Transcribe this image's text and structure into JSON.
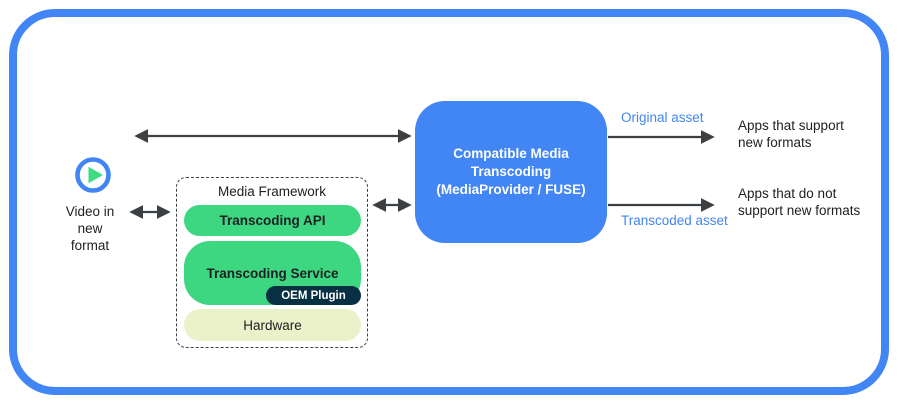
{
  "colors": {
    "frame_blue": "#4285F4",
    "box_blue": "#4285F4",
    "green": "#3DD781",
    "oem_navy": "#073042",
    "hardware_cream": "#EBF2C9",
    "arrow_gray": "#3C4043",
    "text_black": "#202124",
    "white": "#FFFFFF"
  },
  "video_source": {
    "label": "Video in\nnew\nformat"
  },
  "media_framework": {
    "title": "Media Framework",
    "transcoding_api": "Transcoding API",
    "transcoding_service": "Transcoding Service",
    "oem_plugin": "OEM Plugin",
    "hardware": "Hardware"
  },
  "transcoder": {
    "label": "Compatible Media\nTranscoding\n(MediaProvider / FUSE)"
  },
  "outputs": {
    "original_asset_label": "Original asset",
    "transcoded_asset_label": "Transcoded asset",
    "apps_support": "Apps that support\nnew formats",
    "apps_no_support": "Apps that do not\nsupport new formats"
  }
}
